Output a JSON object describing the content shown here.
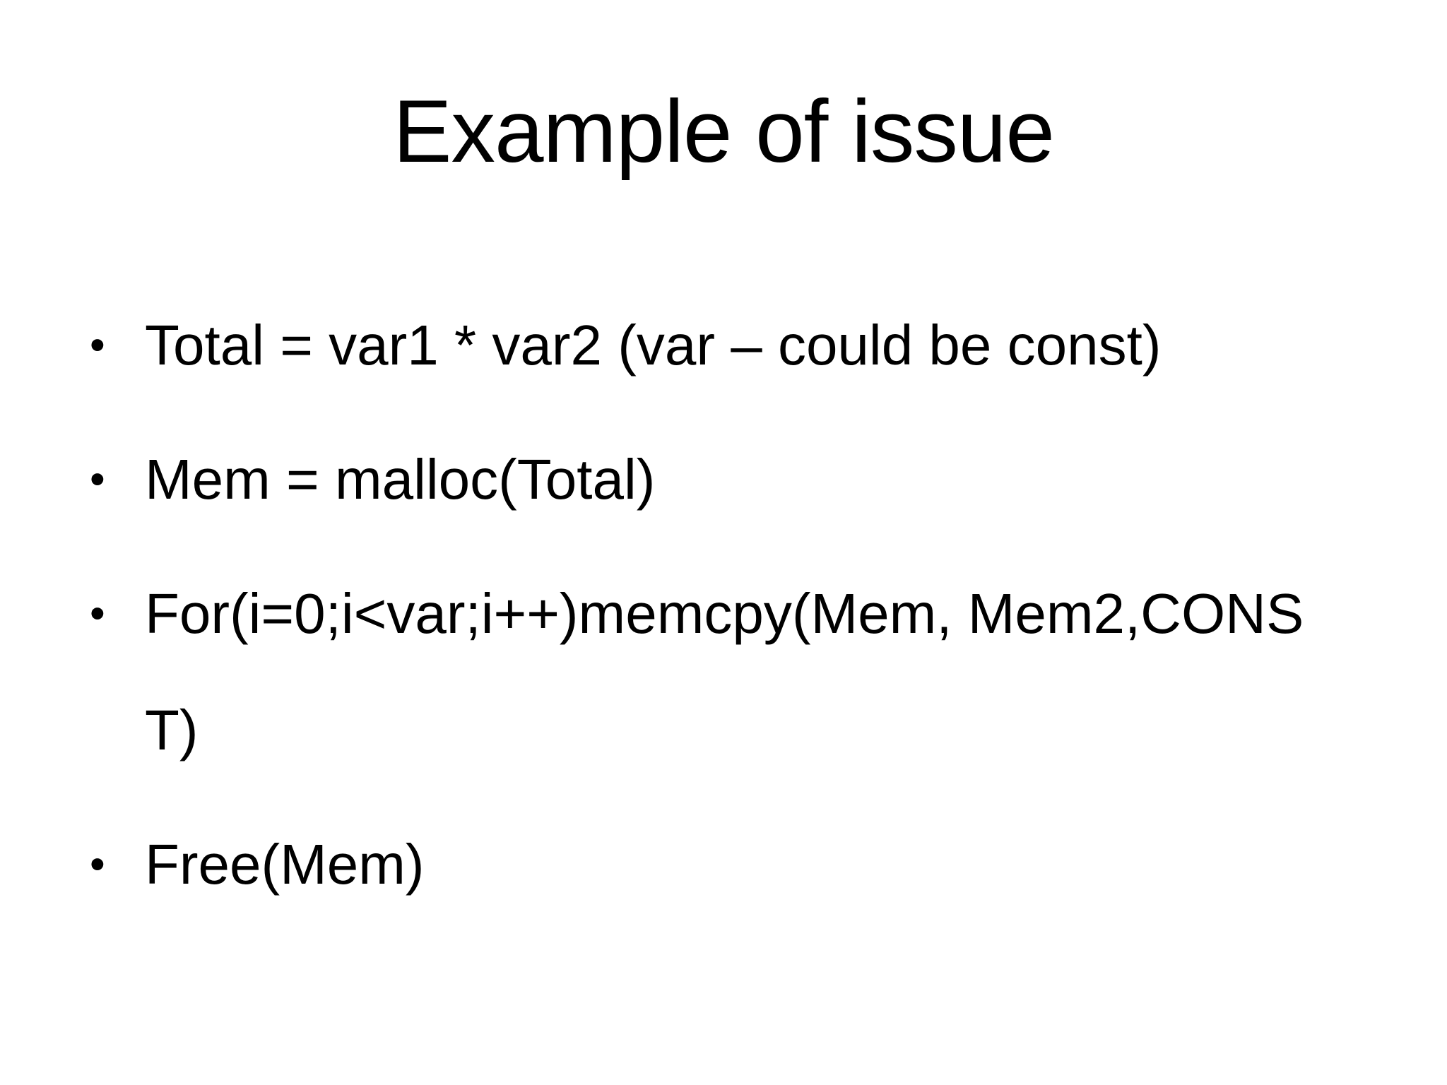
{
  "slide": {
    "title": "Example of issue",
    "bullet_glyph": "•",
    "bullets": [
      "Total = var1 * var2 (var – could be const)",
      "Mem = malloc(Total)",
      "For(i=0;i<var;i++)memcpy(Mem, Mem2,CONST)",
      "Free(Mem)"
    ],
    "colors": {
      "background": "#ffffff",
      "text": "#000000"
    }
  }
}
